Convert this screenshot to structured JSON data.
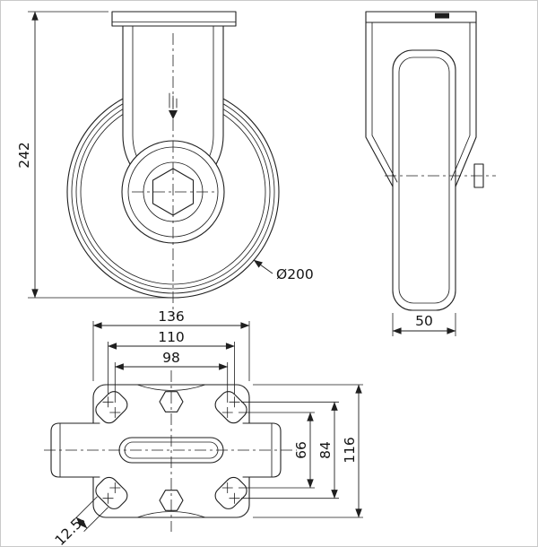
{
  "drawing": {
    "line_color": "#1f1f1f",
    "dims": {
      "overall_height": "242",
      "wheel_diameter": "Ø200",
      "wheel_width": "50",
      "plate_width": "136",
      "hole_pitch_width_outer": "110",
      "hole_pitch_width_inner": "98",
      "hole_pitch_height_inner": "66",
      "hole_pitch_height_outer": "84",
      "plate_length": "116",
      "slot_width": "12.5"
    }
  }
}
